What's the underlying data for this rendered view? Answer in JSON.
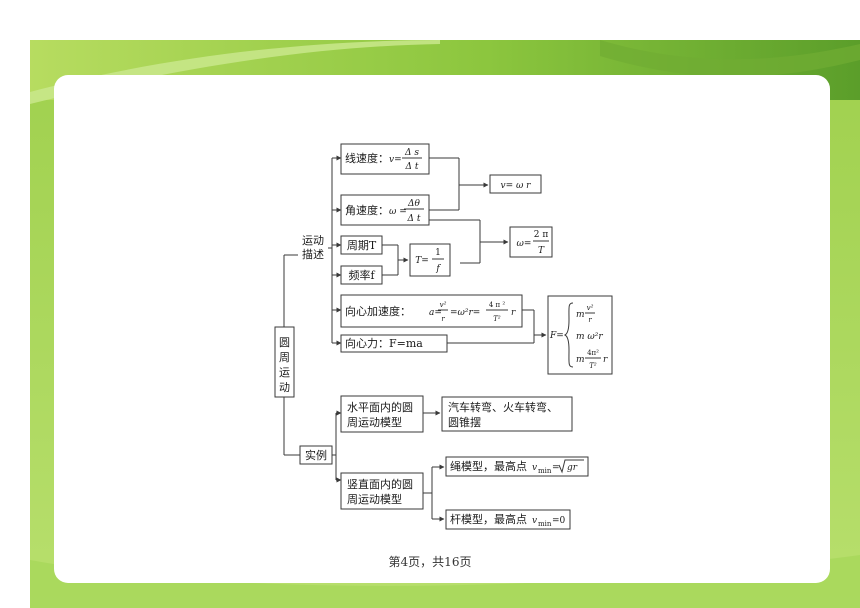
{
  "diagram": {
    "root": "圆周运动",
    "branches": {
      "motion": "运动描述",
      "examples": "实例"
    },
    "nodes": {
      "linear_velocity": {
        "label": "线速度：",
        "formula_lhs": "v=",
        "num": "Δ s",
        "den": "Δ t"
      },
      "angular_velocity": {
        "label": "角速度：",
        "formula_lhs": "ω =",
        "num": "Δθ",
        "den": "Δ t"
      },
      "v_omega_r": "v= ω r",
      "period": "周期T",
      "frequency": "频率f",
      "t_equals": {
        "lhs": "T=",
        "num": "1",
        "den": "f"
      },
      "omega_period": {
        "lhs": "ω=",
        "num": "2 π",
        "den": "T"
      },
      "centripetal_acc": {
        "label": "向心加速度：",
        "a_lhs": "a=",
        "v_num": "v²",
        "v_den": "r",
        "mid": "=ω²r=",
        "k_num": "4 π ²",
        "k_den": "T²",
        "tail": "r"
      },
      "centripetal_force": "向心力：F=ma",
      "force_expansion": {
        "lhs": "F=",
        "row1_m": "m",
        "row1_num": "v²",
        "row1_den": "r",
        "row2": "m ω²r",
        "row3_m": "m",
        "row3_num": "4π²",
        "row3_den": "T²",
        "row3_tail": "r"
      },
      "horizontal_model": [
        "水平面内的圆",
        "周运动模型"
      ],
      "horizontal_examples": [
        "汽车转弯、火车转弯、",
        "圆锥摆"
      ],
      "vertical_model": [
        "竖直面内的圆",
        "周运动模型"
      ],
      "rope_model": {
        "label": "绳模型，最高点",
        "v": "v",
        "sub": "min",
        "eq": "=",
        "root": "gr"
      },
      "rod_model": {
        "label": "杆模型，最高点",
        "v": "v",
        "sub": "min",
        "eq": "=0"
      }
    }
  },
  "footer": {
    "page_label": "第4页，共16页"
  },
  "colors": {
    "band_light": "#a5d24a",
    "band_dark": "#5fa22a",
    "stroke": "#3a3a3a"
  }
}
